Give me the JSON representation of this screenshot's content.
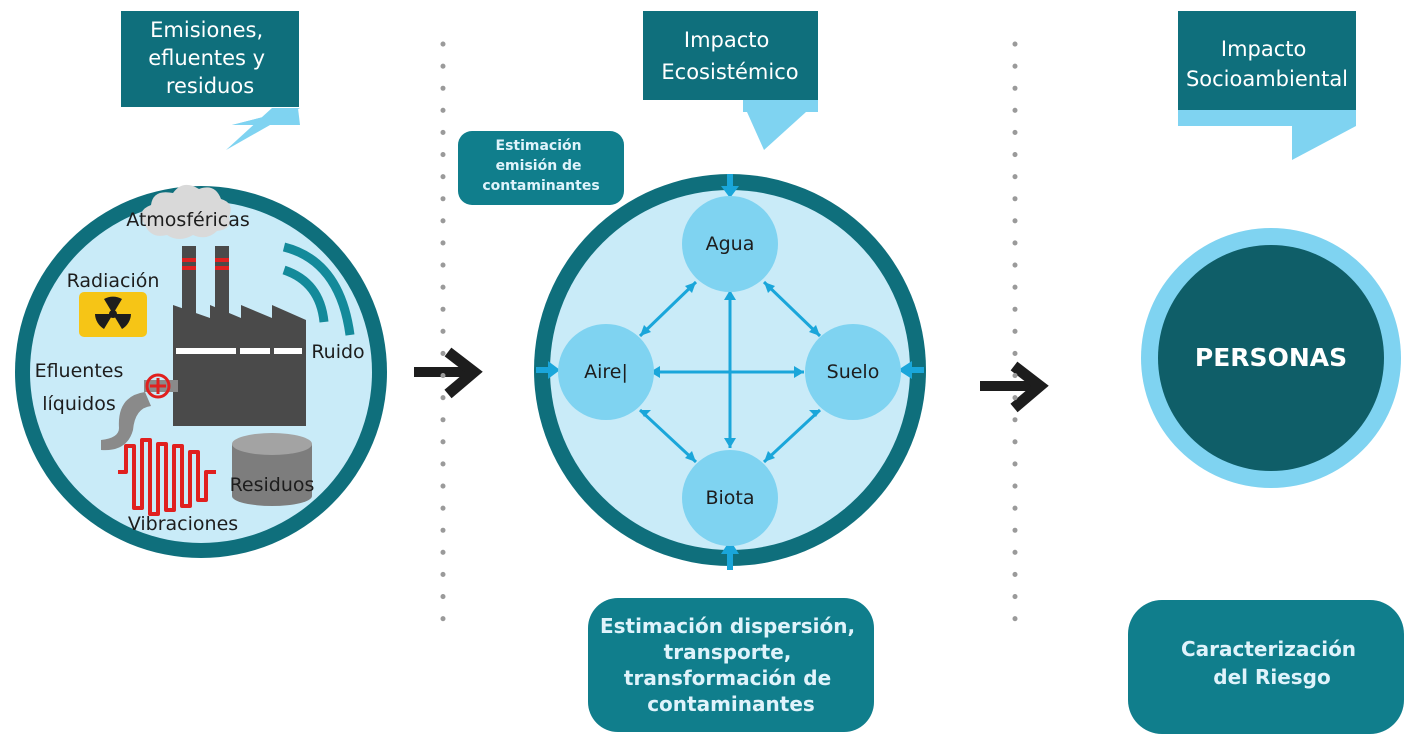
{
  "stages": {
    "emissions": {
      "title_lines": [
        "Emisiones,",
        "efluentes y",
        "residuos"
      ]
    },
    "ecosystem": {
      "title_lines": [
        "Impacto",
        "Ecosistémico"
      ]
    },
    "social": {
      "title_lines": [
        "Impacto",
        "Socioambiental"
      ]
    }
  },
  "sources": {
    "atmosfericas": "Atmosféricas",
    "radiacion": "Radiación",
    "ruido": "Ruido",
    "efluentes_lines": [
      "Efluentes",
      "líquidos"
    ],
    "residuos": "Residuos",
    "vibraciones": "Vibraciones"
  },
  "estimates": {
    "emission_lines": [
      "Estimación",
      "emisión de",
      "contaminantes"
    ],
    "dispersion_lines": [
      "Estimación dispersión,",
      "transporte,",
      "transformación de",
      "contaminantes"
    ],
    "risk_lines": [
      "Caracterización",
      "del Riesgo"
    ]
  },
  "nodes": {
    "agua": "Agua",
    "aire": "Aire|",
    "suelo": "Suelo",
    "biota": "Biota"
  },
  "target": {
    "label": "PERSONAS"
  },
  "colors": {
    "teal_dark": "#0f6f7c",
    "teal_box": "#107e8c",
    "light_blue": "#c9ebf8",
    "sky": "#7fd3f1",
    "arrow_blue": "#1aa6da",
    "persons_fill": "#0f5e68"
  }
}
